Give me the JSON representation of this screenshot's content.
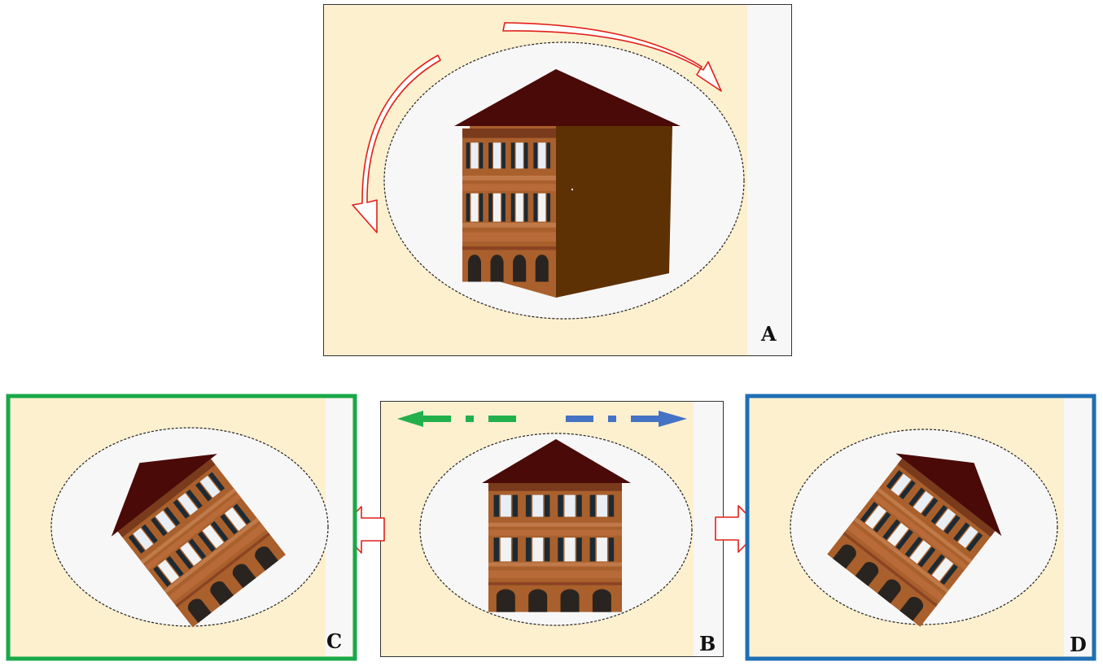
{
  "panels": {
    "a": {
      "label": "A"
    },
    "b": {
      "label": "B"
    },
    "c": {
      "label": "C"
    },
    "d": {
      "label": "D"
    }
  },
  "colors": {
    "panel_bg": "#fdf0cf",
    "panel_side": "#f7f7f7",
    "ellipse_fill": "#f7f7f7",
    "roof": "#4a0a08",
    "side_wall": "#5e3104",
    "facade": "#a65a2a",
    "rotation_arrow": "#e0201a",
    "left_dash_arrow": "#22b04c",
    "right_dash_arrow": "#4472c4",
    "frame_c": "#18a84a",
    "frame_d": "#1f6fb5"
  },
  "icons": [
    "rotate-ccw-arrow",
    "rotate-cw-arrow",
    "dash-arrow-left",
    "dash-arrow-right",
    "block-arrow-left",
    "block-arrow-right"
  ]
}
